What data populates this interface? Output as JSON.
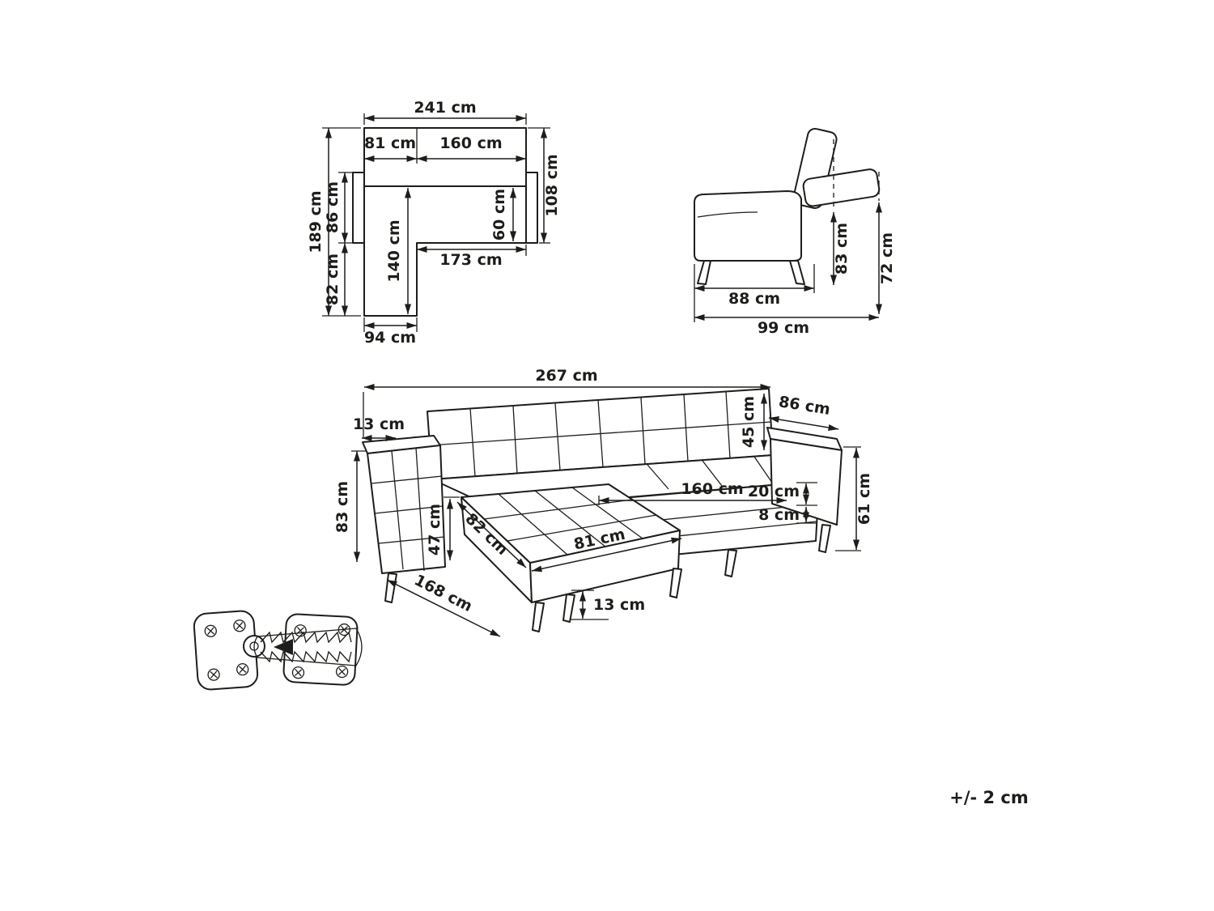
{
  "colors": {
    "background": "#ffffff",
    "line_color": "#1d1d1b"
  },
  "tolerance_note": "+/- 2 cm",
  "views": {
    "top": {
      "dims": {
        "total_width": "241 cm",
        "left_section_width": "81 cm",
        "right_section_width": "160 cm",
        "total_depth": "189 cm",
        "armrest_length": "86 cm",
        "chaise_extension_depth": "82 cm",
        "chaise_inner_length": "140 cm",
        "seat_depth": "60 cm",
        "body_depth": "108 cm",
        "front_inner_width": "173 cm",
        "chaise_width": "94 cm"
      }
    },
    "side": {
      "dims": {
        "backrest_height": "83 cm",
        "reclined_height": "72 cm",
        "seat_base_depth": "88 cm",
        "total_depth": "99 cm"
      }
    },
    "perspective": {
      "dims": {
        "total_width": "267 cm",
        "armrest_top_width": "13 cm",
        "overall_height": "83 cm",
        "seat_height": "47 cm",
        "chaise_cushion_depth": "82 cm",
        "chaise_cushion_width": "81 cm",
        "backrest_height": "45 cm",
        "armrest_depth": "86 cm",
        "seat_front_width": "160 cm",
        "cushion_thickness": "20 cm",
        "base_height": "8 cm",
        "armrest_height": "61 cm",
        "total_depth": "168 cm",
        "leg_height": "13 cm"
      }
    }
  }
}
